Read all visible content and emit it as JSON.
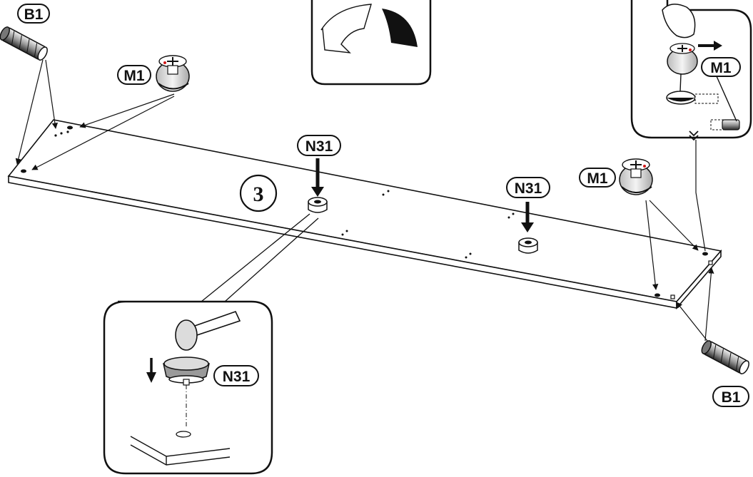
{
  "step": {
    "number": "3"
  },
  "parts": {
    "dowel_left": "B1",
    "dowel_right": "B1",
    "cam_left": "M1",
    "cam_right": "M1",
    "cam_detail": "M1",
    "foot_a": "N31",
    "foot_b": "N31",
    "foot_detail": "N31"
  },
  "colors": {
    "ink": "#111111",
    "accent": "#d01818",
    "paper": "#ffffff",
    "shade": "#dcdcdc"
  }
}
